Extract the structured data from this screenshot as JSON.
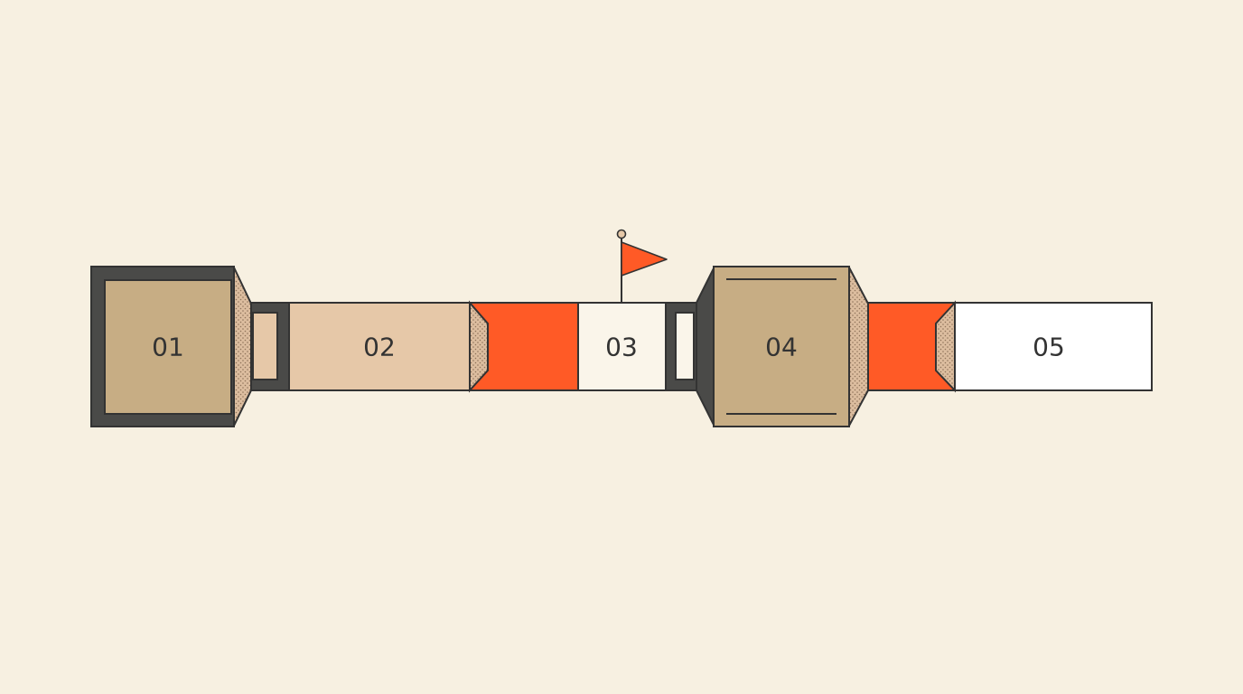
{
  "diagram": {
    "steps": [
      {
        "label": "01"
      },
      {
        "label": "02"
      },
      {
        "label": "03"
      },
      {
        "label": "04"
      },
      {
        "label": "05"
      }
    ],
    "milestone_step": "03"
  },
  "colors": {
    "background": "#f7f0e1",
    "outline": "#3d3d3d",
    "tan_dark": "#c7ad84",
    "tan_light": "#e6c8a8",
    "accent_orange": "#ff5a26",
    "cream": "#faf5ea",
    "white": "#ffffff",
    "label_text": "#333333"
  },
  "icons": {
    "flag": "flag-icon"
  }
}
